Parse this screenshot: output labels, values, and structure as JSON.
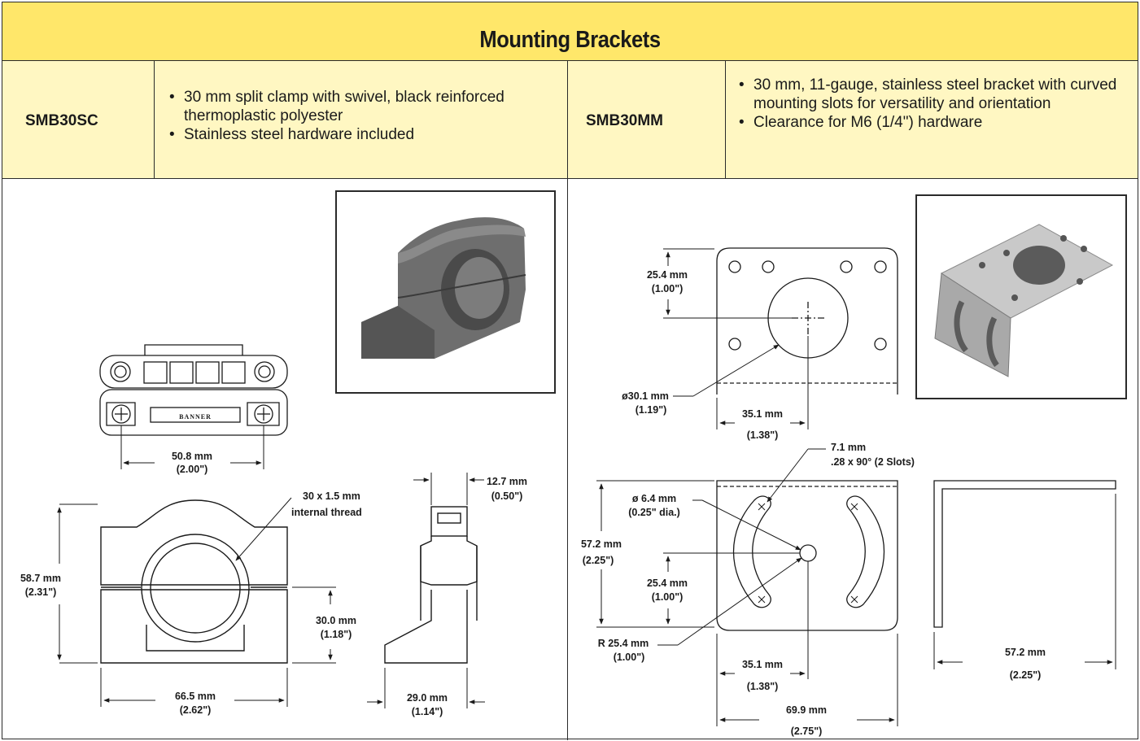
{
  "header": {
    "title": "Mounting Brackets"
  },
  "products": [
    {
      "model": "SMB30SC",
      "features": [
        "30 mm split clamp with swivel, black reinforced thermoplastic polyester",
        "Stainless steel hardware included"
      ],
      "dimensions": {
        "width_top": [
          "50.8 mm",
          "(2.00\")"
        ],
        "thread": [
          "30 x 1.5 mm",
          "internal thread"
        ],
        "height": [
          "58.7 mm",
          "(2.31\")"
        ],
        "center": [
          "30.0 mm",
          "(1.18\")"
        ],
        "base": [
          "66.5 mm",
          "(2.62\")"
        ],
        "side_top": [
          "12.7 mm",
          "(0.50\")"
        ],
        "side_base": [
          "29.0 mm",
          "(1.14\")"
        ],
        "brand_mark": "BANNER"
      }
    },
    {
      "model": "SMB30MM",
      "features": [
        "30 mm, 11-gauge, stainless steel bracket with curved mounting slots for versatility and orientation",
        "Clearance for M6 (1/4\") hardware"
      ],
      "dimensions": {
        "top_offset": [
          "25.4 mm",
          "(1.00\")"
        ],
        "hole_dia": [
          "ø30.1 mm",
          "(1.19\")"
        ],
        "top_width": [
          "35.1 mm",
          "(1.38\")"
        ],
        "slot": [
          "7.1 mm",
          ".28 x 90° (2 Slots)"
        ],
        "pivot": [
          "ø 6.4 mm",
          "(0.25\" dia.)"
        ],
        "height": [
          "57.2 mm",
          "(2.25\")"
        ],
        "lower_offset": [
          "25.4 mm",
          "(1.00\")"
        ],
        "radius": [
          "R 25.4 mm",
          "(1.00\")"
        ],
        "lower_width": [
          "35.1 mm",
          "(1.38\")"
        ],
        "overall_width": [
          "69.9 mm",
          "(2.75\")"
        ],
        "side_leg": [
          "57.2 mm",
          "(2.25\")"
        ]
      }
    }
  ]
}
